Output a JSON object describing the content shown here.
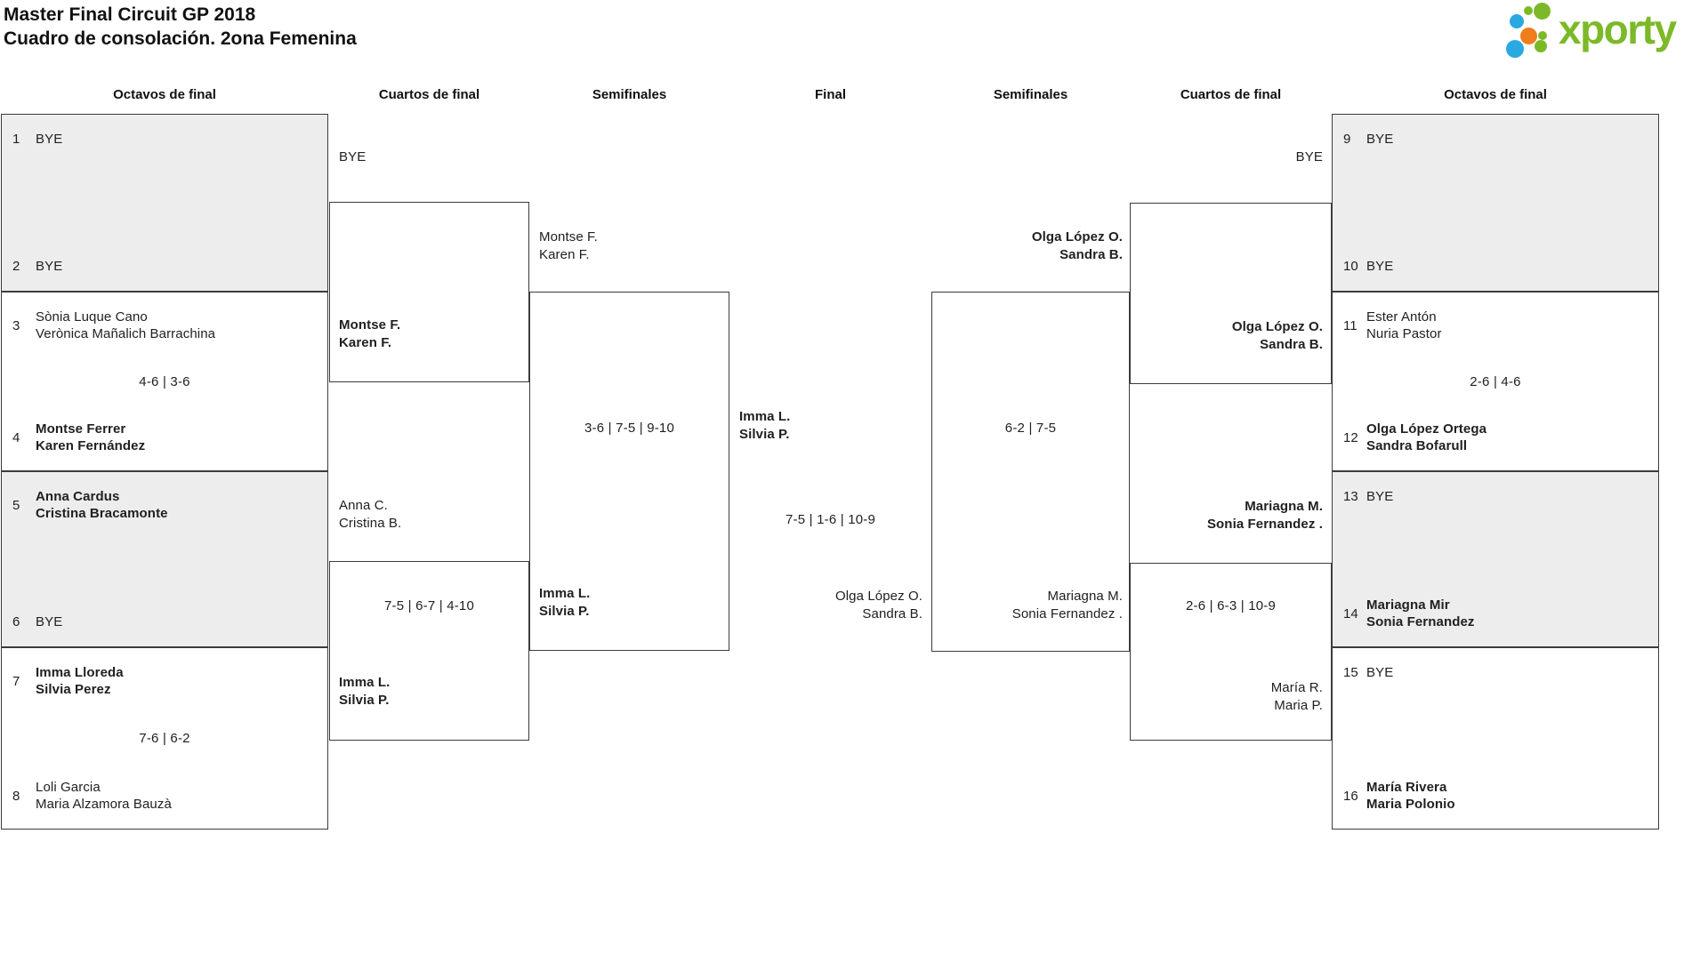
{
  "title": {
    "line1": "Master Final Circuit GP 2018",
    "line2": "Cuadro de consolación. 2ona Femenina"
  },
  "logo": {
    "text": "xporty"
  },
  "headers": [
    "Octavos de final",
    "Cuartos de final",
    "Semifinales",
    "Final",
    "Semifinales",
    "Cuartos de final",
    "Octavos de final"
  ],
  "colors": {
    "shaded_box": "#ededed",
    "border": "#3c3c3c",
    "text": "#212121",
    "logo_green": "#7cb928",
    "logo_blue": "#29a9e1",
    "logo_orange": "#ef7d1b"
  },
  "octavos": [
    {
      "seed1": "1",
      "t1l1": "BYE",
      "t1l2": "",
      "score": "",
      "seed2": "2",
      "t2l1": "BYE",
      "t2l2": ""
    },
    {
      "seed1": "3",
      "t1l1": "Sònia Luque Cano",
      "t1l2": "Verònica Mañalich Barrachina",
      "score": "4-6 | 3-6",
      "seed2": "4",
      "t2l1": "Montse Ferrer",
      "t2l2": "Karen Fernández"
    },
    {
      "seed1": "5",
      "t1l1": "Anna Cardus",
      "t1l2": "Cristina Bracamonte",
      "score": "",
      "seed2": "6",
      "t2l1": "BYE",
      "t2l2": ""
    },
    {
      "seed1": "7",
      "t1l1": "Imma Lloreda",
      "t1l2": "Silvia Perez",
      "score": "7-6 | 6-2",
      "seed2": "8",
      "t2l1": "Loli Garcia",
      "t2l2": "Maria Alzamora Bauzà"
    },
    {
      "seed1": "9",
      "t1l1": "BYE",
      "t1l2": "",
      "score": "",
      "seed2": "10",
      "t2l1": "BYE",
      "t2l2": ""
    },
    {
      "seed1": "11",
      "t1l1": "Ester Antón",
      "t1l2": "Nuria Pastor",
      "score": "2-6 | 4-6",
      "seed2": "12",
      "t2l1": "Olga López Ortega",
      "t2l2": "Sandra Bofarull"
    },
    {
      "seed1": "13",
      "t1l1": "BYE",
      "t1l2": "",
      "score": "",
      "seed2": "14",
      "t2l1": "Mariagna Mir",
      "t2l2": "Sonia Fernandez"
    },
    {
      "seed1": "15",
      "t1l1": "BYE",
      "t1l2": "",
      "score": "",
      "seed2": "16",
      "t2l1": "María Rivera",
      "t2l2": "Maria Polonio"
    }
  ],
  "cuartos": {
    "left_top": {
      "t1l1": "BYE",
      "t1l2": "",
      "t2l1": "Montse F.",
      "t2l2": "Karen F.",
      "score": ""
    },
    "left_bottom": {
      "t1l1": "Anna C.",
      "t1l2": "Cristina B.",
      "t2l1": "Imma L.",
      "t2l2": "Silvia P.",
      "score": "7-5 | 6-7 | 4-10"
    },
    "right_top": {
      "t1l1": "BYE",
      "t1l2": "",
      "t2l1": "Olga López O.",
      "t2l2": "Sandra B.",
      "score": ""
    },
    "right_bottom": {
      "t1l1": "Mariagna M.",
      "t1l2": "Sonia Fernandez .",
      "t2l1": "María R.",
      "t2l2": "Maria P.",
      "score": "2-6 | 6-3 | 10-9"
    }
  },
  "semifinales": {
    "left": {
      "t1l1": "Montse F.",
      "t1l2": "Karen F.",
      "t2l1": "Imma L.",
      "t2l2": "Silvia P.",
      "score": "3-6 | 7-5 | 9-10"
    },
    "right": {
      "t1l1": "Olga López O.",
      "t1l2": "Sandra B.",
      "t2l1": "Mariagna M.",
      "t2l2": "Sonia Fernandez .",
      "score": "6-2 | 7-5"
    }
  },
  "final": {
    "t1l1": "Imma L.",
    "t1l2": "Silvia P.",
    "t2l1": "Olga López O.",
    "t2l2": "Sandra B.",
    "score": "7-5 | 1-6 | 10-9"
  }
}
